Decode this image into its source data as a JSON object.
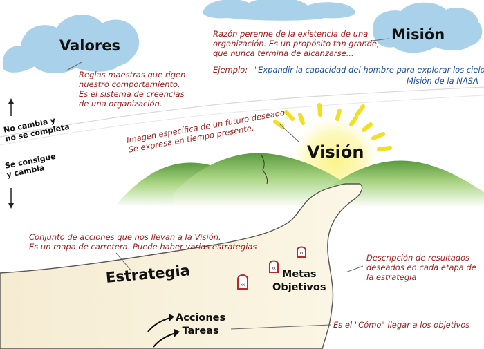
{
  "colors": {
    "cloud": "#a9d2ea",
    "hill_light": "#c9e4a8",
    "hill_dark": "#5a9a3e",
    "sun": "#f2df20",
    "road_border": "#555555",
    "note_text": "#9b1c1c",
    "example_text": "#1f4f9a",
    "milestone": "#b52a2a"
  },
  "valores": {
    "title": "Valores",
    "description": [
      "Reglas maestras que rigen",
      "nuestro comportamiento.",
      "Es el sistema de creencias",
      "de una organización."
    ]
  },
  "mision": {
    "title": "Misión",
    "description": [
      "Razón perenne de la existencia de una",
      "organización. Es un propósito tan grande,",
      "que nunca termina de alcanzarse..."
    ],
    "example_label": "Ejemplo:",
    "example_quote": "\"Expandir la capacidad del hombre para explorar los cielos\"",
    "example_source": "Misión de la NASA"
  },
  "side_labels": {
    "top": [
      "No cambia y",
      "no se completa"
    ],
    "bottom": [
      "Se consigue",
      "y cambia"
    ]
  },
  "vision": {
    "title": "Visión",
    "description": [
      "Imagen específica de un futuro deseado.",
      "Se expresa en tiempo presente."
    ]
  },
  "estrategia": {
    "title": "Estrategia",
    "description": [
      "Conjunto de acciones que nos llevan a la Visión.",
      "Es un mapa de carretera. Puede haber varias estrategias"
    ]
  },
  "metas": {
    "title": [
      "Metas",
      "Objetivos"
    ],
    "description": [
      "Descripción de resultados",
      "deseados en cada etapa de",
      "la estrategia"
    ],
    "milestone_labels": [
      "XX",
      "XX",
      "XX"
    ]
  },
  "acciones": {
    "title": [
      "Acciones",
      "Tareas"
    ],
    "description": "Es el \"Cómo\" llegar a los objetivos"
  }
}
